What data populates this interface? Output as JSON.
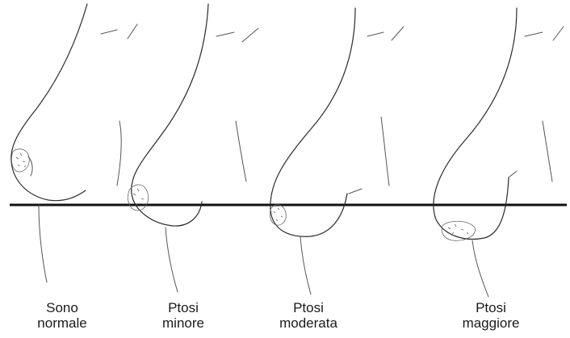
{
  "figure": {
    "labels": [
      {
        "line1": "Sono",
        "line2": "normale"
      },
      {
        "line1": "Ptosi",
        "line2": "minore"
      },
      {
        "line1": "Ptosi",
        "line2": "moderata"
      },
      {
        "line1": "Ptosi",
        "line2": "maggiore"
      }
    ]
  }
}
